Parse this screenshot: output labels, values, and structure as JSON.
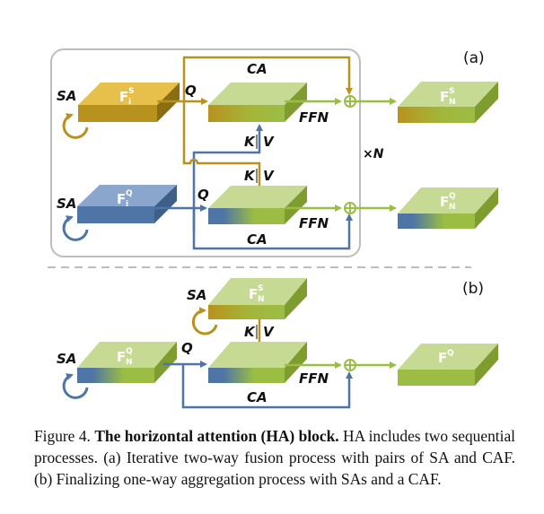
{
  "panels": {
    "a": {
      "label": "(a)",
      "repeat_label": "×N",
      "top_row": {
        "input": {
          "sa": "SA",
          "name": "F",
          "sup": "S",
          "sub": "i"
        },
        "q": "Q",
        "ca": "CA",
        "kv": {
          "k": "K",
          "v": "V"
        },
        "ffn": "FFN",
        "output": {
          "name": "F",
          "sup": "S",
          "sub": "N"
        }
      },
      "bottom_row": {
        "input": {
          "sa": "SA",
          "name": "F",
          "sup": "Q",
          "sub": "i"
        },
        "q": "Q",
        "ca": "CA",
        "kv": {
          "k": "K",
          "v": "V"
        },
        "ffn": "FFN",
        "output": {
          "name": "F",
          "sup": "Q",
          "sub": "N"
        }
      }
    },
    "b": {
      "label": "(b)",
      "kv_source": {
        "sa": "SA",
        "name": "F",
        "sup": "S",
        "sub": "N"
      },
      "input": {
        "sa": "SA",
        "name": "F",
        "sup": "Q",
        "sub": "N"
      },
      "q": "Q",
      "kv": {
        "k": "K",
        "v": "V"
      },
      "ca": "CA",
      "ffn": "FFN",
      "output": {
        "name": "F",
        "sup": "Q"
      }
    }
  },
  "colors": {
    "support": "#b8921e",
    "query": "#4f75a6",
    "fused": "#9bbd44",
    "frame": "#bdbdbd"
  },
  "caption": {
    "prefix": "Figure 4.",
    "bold": "The horizontal attention (HA) block.",
    "text": " HA includes two sequential processes.  (a) Iterative two-way fusion process with pairs of SA and CAF. (b) Finalizing one-way aggregation process with SAs and a CAF."
  }
}
